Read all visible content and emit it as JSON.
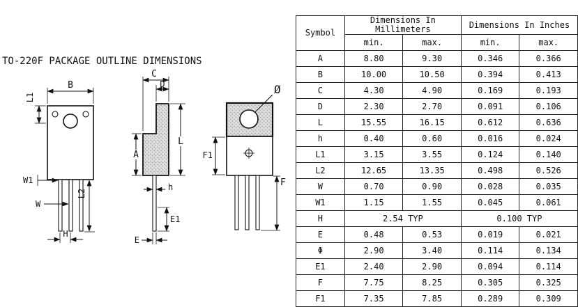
{
  "title": "TO-220F PACKAGE OUTLINE DIMENSIONS",
  "labels": {
    "B": "B",
    "L1": "L1",
    "W1": "W1",
    "W": "W",
    "L2": "L2",
    "H": "H",
    "C": "C",
    "D": "D",
    "A": "A",
    "L": "L",
    "h": "h",
    "E1": "E1",
    "E": "E",
    "F1": "F1",
    "F": "F",
    "phi": "Ø"
  },
  "table": {
    "header": {
      "symbol": "Symbol",
      "mm": "Dimensions In Millimeters",
      "inches": "Dimensions In Inches",
      "min": "min.",
      "max": "max."
    },
    "rows": [
      {
        "symbol": "A",
        "mm_min": "8.80",
        "mm_max": "9.30",
        "in_min": "0.346",
        "in_max": "0.366"
      },
      {
        "symbol": "B",
        "mm_min": "10.00",
        "mm_max": "10.50",
        "in_min": "0.394",
        "in_max": "0.413"
      },
      {
        "symbol": "C",
        "mm_min": "4.30",
        "mm_max": "4.90",
        "in_min": "0.169",
        "in_max": "0.193"
      },
      {
        "symbol": "D",
        "mm_min": "2.30",
        "mm_max": "2.70",
        "in_min": "0.091",
        "in_max": "0.106"
      },
      {
        "symbol": "L",
        "mm_min": "15.55",
        "mm_max": "16.15",
        "in_min": "0.612",
        "in_max": "0.636"
      },
      {
        "symbol": "h",
        "mm_min": "0.40",
        "mm_max": "0.60",
        "in_min": "0.016",
        "in_max": "0.024"
      },
      {
        "symbol": "L1",
        "mm_min": "3.15",
        "mm_max": "3.55",
        "in_min": "0.124",
        "in_max": "0.140"
      },
      {
        "symbol": "L2",
        "mm_min": "12.65",
        "mm_max": "13.35",
        "in_min": "0.498",
        "in_max": "0.526"
      },
      {
        "symbol": "W",
        "mm_min": "0.70",
        "mm_max": "0.90",
        "in_min": "0.028",
        "in_max": "0.035"
      },
      {
        "symbol": "W1",
        "mm_min": "1.15",
        "mm_max": "1.55",
        "in_min": "0.045",
        "in_max": "0.061"
      },
      {
        "symbol": "H",
        "mm_typ": "2.54 TYP",
        "in_typ": "0.100 TYP"
      },
      {
        "symbol": "E",
        "mm_min": "0.48",
        "mm_max": "0.53",
        "in_min": "0.019",
        "in_max": "0.021"
      },
      {
        "symbol": "Φ",
        "mm_min": "2.90",
        "mm_max": "3.40",
        "in_min": "0.114",
        "in_max": "0.134"
      },
      {
        "symbol": "E1",
        "mm_min": "2.40",
        "mm_max": "2.90",
        "in_min": "0.094",
        "in_max": "0.114"
      },
      {
        "symbol": "F",
        "mm_min": "7.75",
        "mm_max": "8.25",
        "in_min": "0.305",
        "in_max": "0.325"
      },
      {
        "symbol": "F1",
        "mm_min": "7.35",
        "mm_max": "7.85",
        "in_min": "0.289",
        "in_max": "0.309"
      }
    ]
  }
}
